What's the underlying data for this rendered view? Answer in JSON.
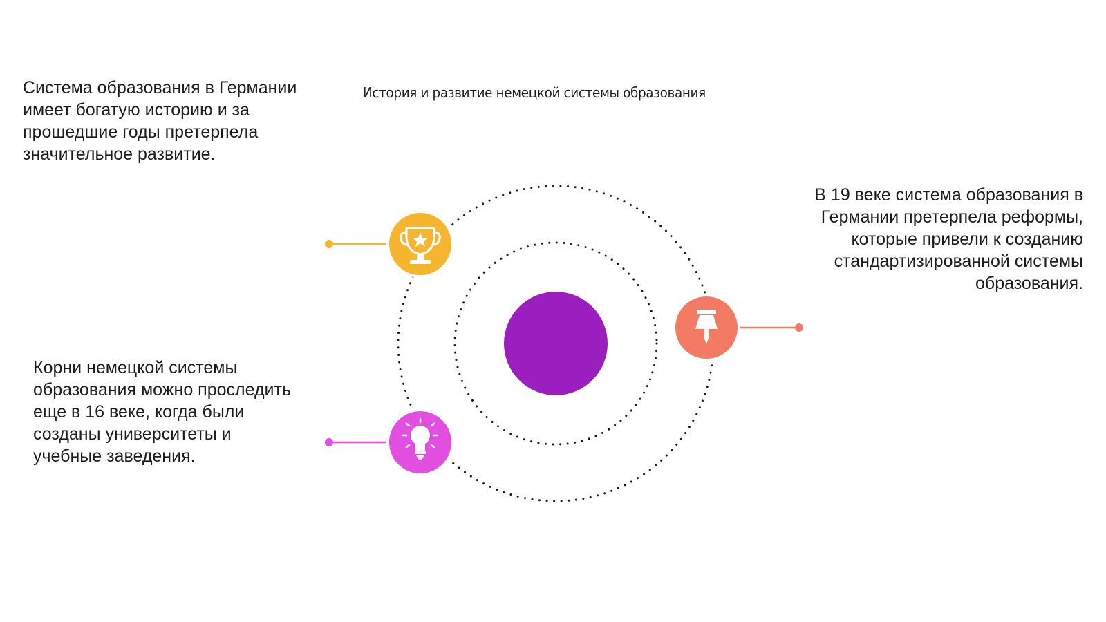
{
  "title": "История и развитие немецкой системы образования",
  "blocks": {
    "top_left": "Система образования в Германии имеет богатую историю и за прошедшие годы претерпела значительное развитие.",
    "bottom_left": "Корни немецкой системы образования можно проследить еще в 16 веке, когда были созданы университеты и учебные заведения.",
    "right": "В 19 веке система образования в Германии претерпела реформы, которые привели к созданию стандартизированной системы образования."
  },
  "icons": {
    "trophy": "trophy-icon",
    "pin": "pushpin-icon",
    "bulb": "lightbulb-icon"
  },
  "colors": {
    "center": "#9b1fbf",
    "trophy": "#f5b52e",
    "pin": "#f47b63",
    "bulb": "#e24fe0",
    "dots": "#1a1a1a"
  }
}
